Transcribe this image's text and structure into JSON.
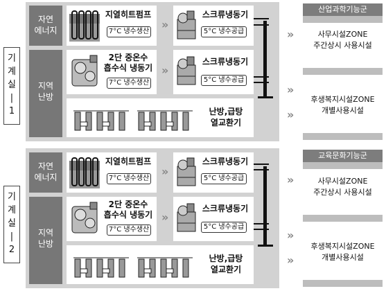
{
  "sections": [
    {
      "room_chars": [
        "기",
        "계",
        "실",
        "|",
        "1"
      ],
      "natural_energy_label": [
        "자연",
        "에너지"
      ],
      "district_heating_label": [
        "지역",
        "난방"
      ],
      "geothermal": {
        "name": "지열히트펌프",
        "tag": "7°C 냉수생산"
      },
      "screw_1": {
        "name": "스크류냉동기",
        "tag": "5°C 냉수공급"
      },
      "absorption": {
        "name_lines": [
          "2단 중온수",
          "흡수식 냉동기"
        ],
        "tag": "7°C 냉수생산"
      },
      "screw_2": {
        "name": "스크류냉동기",
        "tag": "5°C 냉수공급"
      },
      "heat_exchanger": {
        "name_lines": [
          "난방,급탕",
          "열교환기"
        ]
      },
      "zone_header": "산업과학기능군",
      "zone_office": [
        "사무시설ZONE",
        "주간상시 사용시설"
      ],
      "zone_welfare": [
        "후생복지시설ZONE",
        "개별사용시설"
      ]
    },
    {
      "room_chars": [
        "기",
        "계",
        "실",
        "|",
        "2"
      ],
      "natural_energy_label": [
        "자연",
        "에너지"
      ],
      "district_heating_label": [
        "지역",
        "난방"
      ],
      "geothermal": {
        "name": "지열히트펌프",
        "tag": "7°C 냉수생산"
      },
      "screw_1": {
        "name": "스크류냉동기",
        "tag": "5°C 냉수공급"
      },
      "absorption": {
        "name_lines": [
          "2단 중온수",
          "흡수식 냉동기"
        ],
        "tag": "7°C 냉수생산"
      },
      "screw_2": {
        "name": "스크류냉동기",
        "tag": "5°C 냉수공급"
      },
      "heat_exchanger": {
        "name_lines": [
          "난방,급탕",
          "열교환기"
        ]
      },
      "zone_header": "교육문화기능군",
      "zone_office": [
        "사무시설ZONE",
        "주간상시 사용시설"
      ],
      "zone_welfare": [
        "후생복지시설ZONE",
        "개별사용시설"
      ]
    }
  ]
}
